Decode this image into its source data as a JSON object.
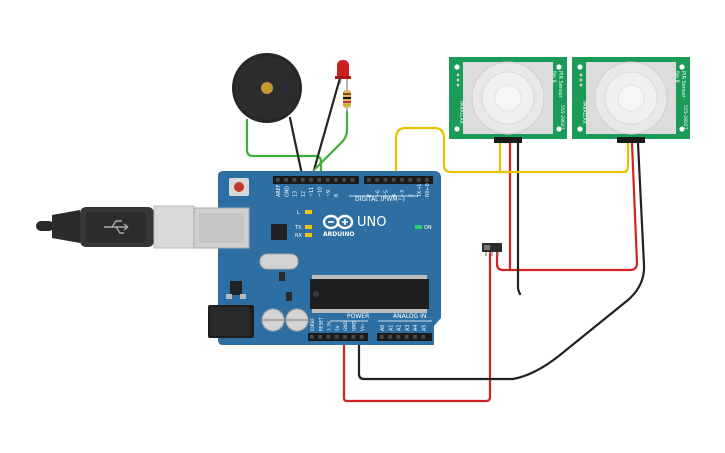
{
  "board": {
    "brand": "ARDUINO",
    "model": "UNO",
    "digital_label": "DIGITAL (PWM~)",
    "power_label": "POWER",
    "analog_label": "ANALOG IN",
    "on_label": "ON",
    "led_labels": {
      "l": "L",
      "tx": "TX",
      "rx": "RX"
    },
    "digital_pins": [
      "AREF",
      "GND",
      "13",
      "12",
      "~11",
      "~10",
      "~9",
      "8",
      "7",
      "~6",
      "~5",
      "4",
      "~3",
      "2",
      "TX→1",
      "RX←0"
    ],
    "power_pins": [
      "IOREF",
      "RESET",
      "3.3V",
      "5V",
      "GND",
      "GND",
      "Vin"
    ],
    "analog_pins": [
      "A0",
      "A1",
      "A2",
      "A3",
      "A4",
      "A5"
    ]
  },
  "pir_sensors": [
    {
      "label_top": "PIR Sensor",
      "label_rev": "Rev B",
      "label_side_left": "PARALLAX",
      "label_side_right": "555-28027"
    },
    {
      "label_top": "PIR Sensor",
      "label_rev": "Rev B",
      "label_side_left": "PARALLAX",
      "label_side_right": "555-28027"
    }
  ],
  "colors": {
    "board": "#2d6fa3",
    "board_dark": "#1f5a88",
    "pcb_green": "#1a9b57",
    "wire_red": "#d32222",
    "wire_black": "#222222",
    "wire_yellow": "#e6c200",
    "wire_green": "#3fae3a",
    "led_red": "#cc1f1f",
    "buzzer": "#262626"
  }
}
